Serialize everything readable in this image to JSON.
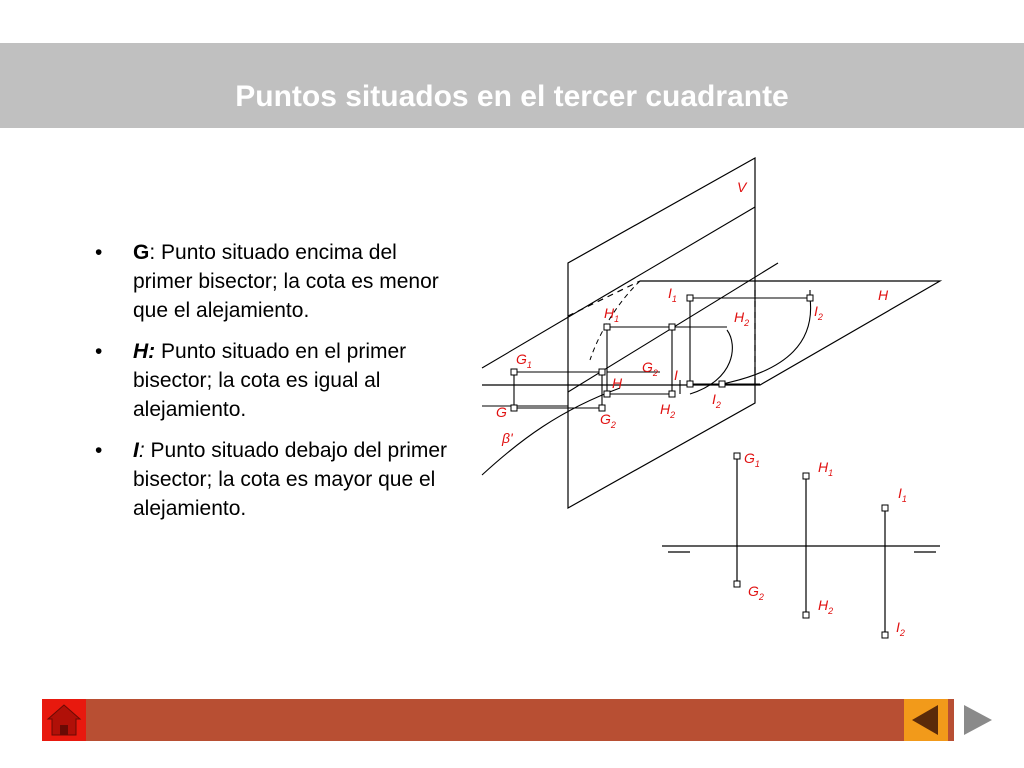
{
  "slide": {
    "title": "Puntos situados en el tercer cuadrante"
  },
  "bullets": [
    {
      "marker": "•",
      "term": "G",
      "text": ": Punto situado encima del primer bisector; la cota es menor que el alejamiento."
    },
    {
      "marker": "•",
      "term": "H:",
      "text": " Punto situado en el primer bisector; la cota es igual al alejamiento."
    },
    {
      "marker": "•",
      "term": "I",
      "colon": ":",
      "text": " Punto situado debajo del primer bisector; la cota es mayor que el alejamiento."
    }
  ],
  "diagram": {
    "plane_labels": {
      "vertical": "V",
      "horizontal": "H",
      "bisector": "β'"
    },
    "point_labels": {
      "g": "G",
      "g1": "G",
      "g1_sub": "1",
      "g2": "G",
      "g2_sub": "2",
      "g2b": "G",
      "g2b_sub": "2",
      "h": "H",
      "h1": "H",
      "h1_sub": "1",
      "h2": "H",
      "h2_sub": "2",
      "h2b": "H",
      "h2b_sub": "2",
      "i": "I",
      "i1": "I",
      "i1_sub": "1",
      "i2": "I",
      "i2_sub": "2",
      "i2b": "I",
      "i2b_sub": "2"
    },
    "projection_labels": {
      "g1": "G",
      "g1_sub": "1",
      "g2": "G",
      "g2_sub": "2",
      "h1": "H",
      "h1_sub": "1",
      "h2": "H",
      "h2_sub": "2",
      "i1": "I",
      "i1_sub": "1",
      "i2": "I",
      "i2_sub": "2"
    }
  },
  "navigation": {
    "home_icon": "home-icon",
    "prev_icon": "triangle-left-icon",
    "next_icon": "triangle-right-icon"
  },
  "colors": {
    "title_bar": "#c0c0c0",
    "footer_bar": "#b84f33",
    "home_button": "#e8190e",
    "prev_button": "#f29a1a",
    "labels": "#e01010"
  }
}
